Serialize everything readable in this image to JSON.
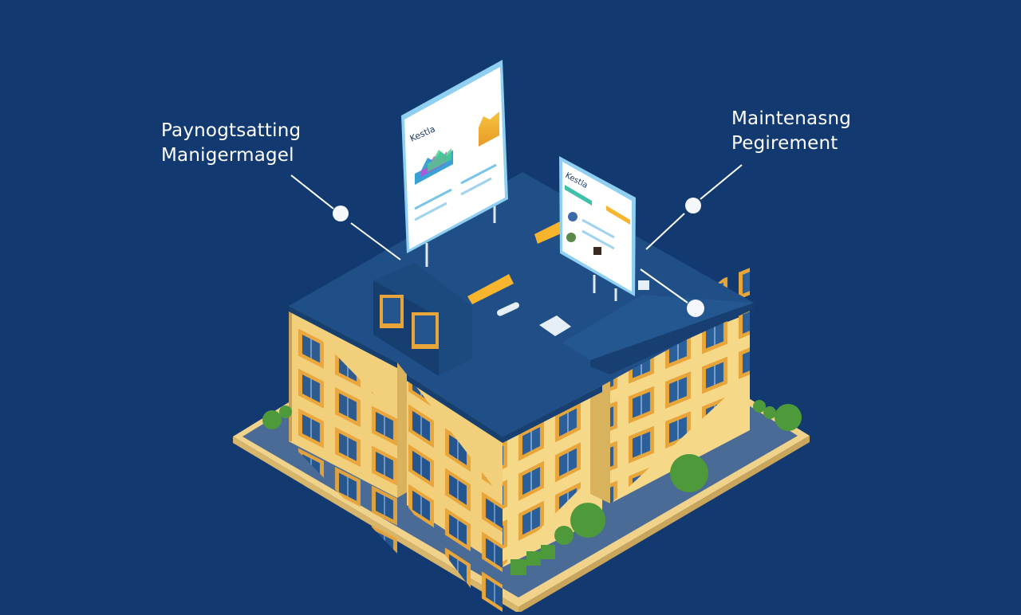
{
  "callouts": {
    "left": {
      "line1": "Paynogtsatting",
      "line2": "Manigermagel"
    },
    "right": {
      "line1": "Maintenasng",
      "line2": "Pegirement"
    }
  },
  "screens": {
    "left_title": "Kestla",
    "right_title": "Kestla"
  },
  "colors": {
    "background": "#123a70",
    "roof": "#1f4f86",
    "wall": "#f2cf7a",
    "window_frame": "#e8a53a",
    "window_glass": "#24558e",
    "ground": "#4a6b96",
    "tree": "#4e9a3a",
    "accent_yellow": "#f6b52c"
  }
}
